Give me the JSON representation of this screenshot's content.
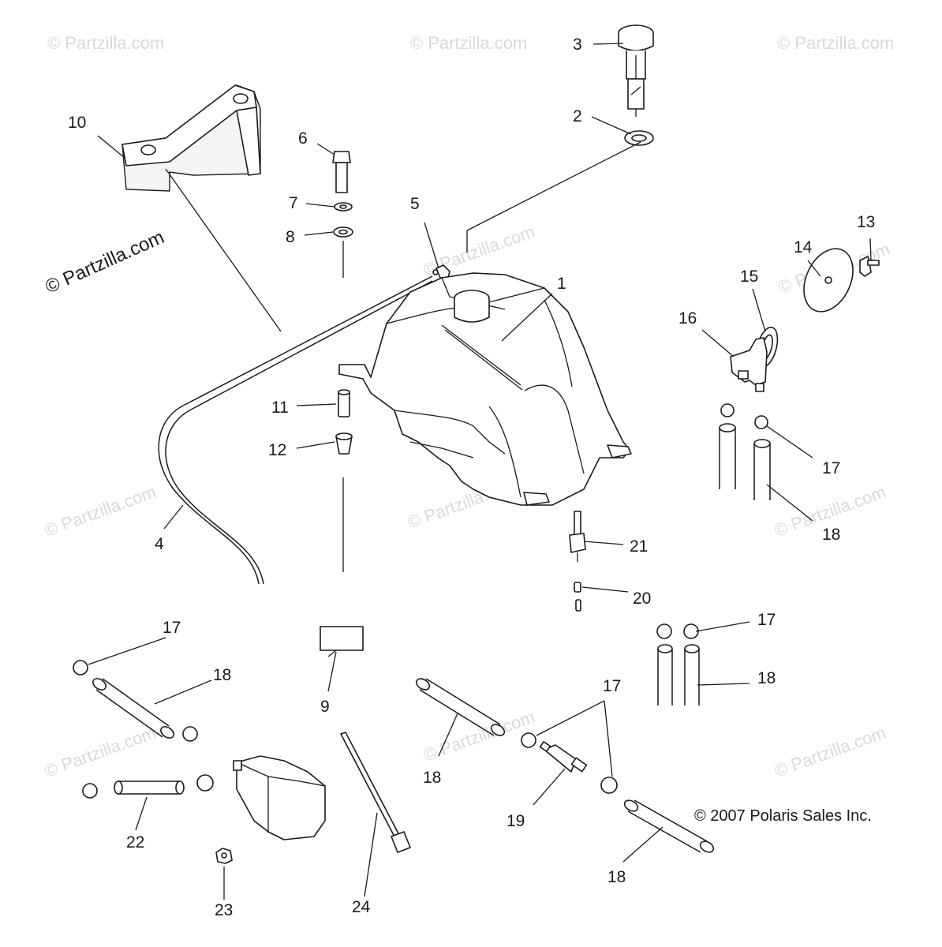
{
  "watermarks": {
    "text": "© Partzilla.com",
    "main": "© Partzilla.com"
  },
  "copyright": "© 2007 Polaris Sales Inc.",
  "callouts": {
    "c1": "1",
    "c2": "2",
    "c3": "3",
    "c4": "4",
    "c5": "5",
    "c6": "6",
    "c7": "7",
    "c8": "8",
    "c9": "9",
    "c10": "10",
    "c11": "11",
    "c12": "12",
    "c13": "13",
    "c14": "14",
    "c15": "15",
    "c16": "16",
    "c17a": "17",
    "c17b": "17",
    "c17c": "17",
    "c17d": "17",
    "c18a": "18",
    "c18b": "18",
    "c18c": "18",
    "c18d": "18",
    "c18e": "18",
    "c19": "19",
    "c20": "20",
    "c21": "21",
    "c22": "22",
    "c23": "23",
    "c24": "24"
  }
}
